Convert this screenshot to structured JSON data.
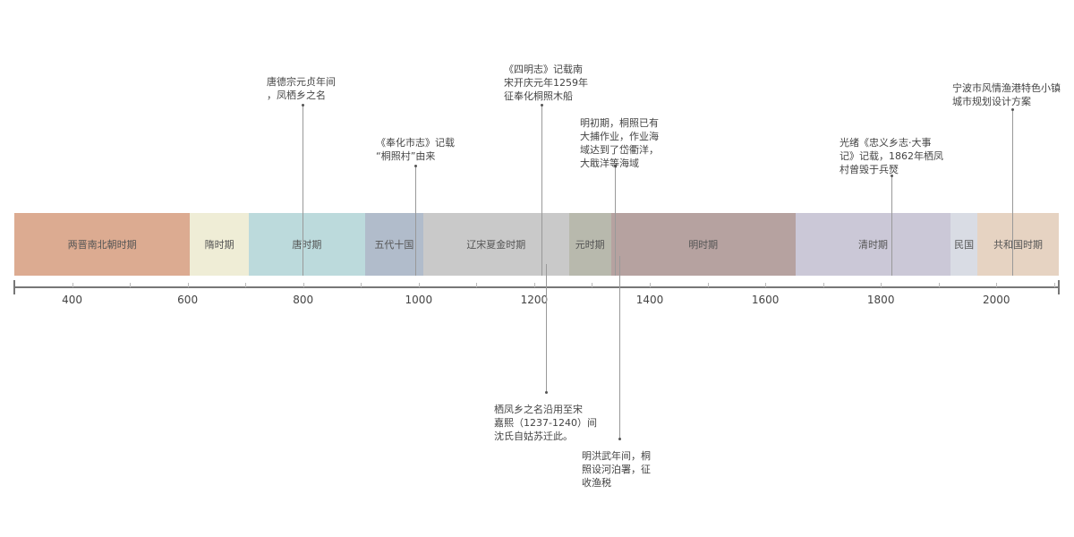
{
  "axis": {
    "range": [
      300,
      2108
    ],
    "ticks": [
      400,
      600,
      800,
      1000,
      1200,
      1400,
      1600,
      1800,
      2000
    ],
    "minor_step": 100
  },
  "periods": [
    {
      "label": "两晋南北朝时期",
      "start": 300,
      "end": 604,
      "color": "#dcab91"
    },
    {
      "label": "隋时期",
      "start": 604,
      "end": 706,
      "color": "#efedd6"
    },
    {
      "label": "唐时期",
      "start": 706,
      "end": 907,
      "color": "#bcdadc"
    },
    {
      "label": "五代十国",
      "start": 907,
      "end": 1008,
      "color": "#b1bccb"
    },
    {
      "label": "辽宋夏金时期",
      "start": 1008,
      "end": 1260,
      "color": "#c9c9c9"
    },
    {
      "label": "元时期",
      "start": 1260,
      "end": 1333,
      "color": "#b8b9ad"
    },
    {
      "label": "明时期",
      "start": 1333,
      "end": 1652,
      "color": "#b6a2a0"
    },
    {
      "label": "清时期",
      "start": 1652,
      "end": 1921,
      "color": "#cbc8d7"
    },
    {
      "label": "民国",
      "start": 1921,
      "end": 1967,
      "color": "#d9dce4"
    },
    {
      "label": "共和国时期",
      "start": 1967,
      "end": 2108,
      "color": "#e6d3c2"
    }
  ],
  "events": [
    {
      "year": 799,
      "side": "top",
      "text": "唐德宗元贞年间\n，凤栖乡之名"
    },
    {
      "year": 994,
      "side": "top",
      "text": "《奉化市志》记载\n“桐照村”由来"
    },
    {
      "year": 1212,
      "side": "top",
      "text": "《四明志》记载南\n宋开庆元年1259年\n征奉化桐照木船"
    },
    {
      "year": 1340,
      "side": "top",
      "text": "明初期，桐照已有\n大捕作业，作业海\n域达到了岱衢洋，\n大戢洋等海域"
    },
    {
      "year": 1819,
      "side": "top",
      "text": "光绪《忠义乡志·大事\n记》记载，1862年栖凤\n村曾毁于兵燹"
    },
    {
      "year": 2028,
      "side": "top",
      "text": "宁波市风情渔港特色小镇\n城市规划设计方案"
    },
    {
      "year": 1221,
      "side": "bottom",
      "text": "栖凤乡之名沿用至宋\n嘉熙（1237-1240）间\n沈氏自姑苏迁此。"
    },
    {
      "year": 1347,
      "side": "bottom",
      "text": "明洪武年间，桐\n照设河泊署，征\n收渔税"
    }
  ]
}
